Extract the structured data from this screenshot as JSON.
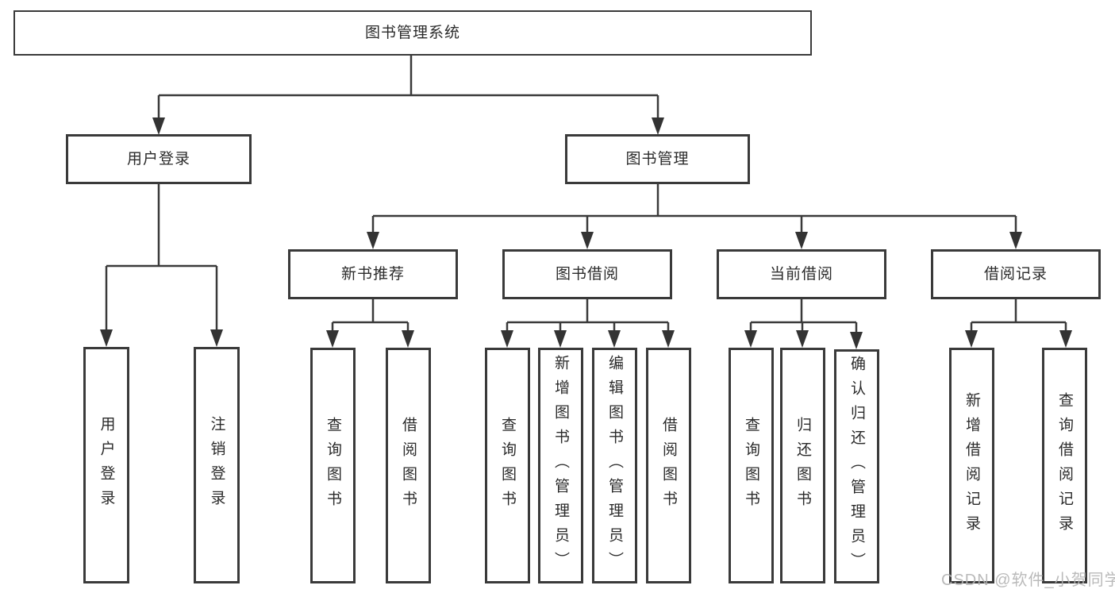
{
  "diagram": {
    "type": "tree",
    "background": "#ffffff",
    "line_color": "#3a3a3a",
    "box_border_color": "#3a3a3a",
    "text_color": "#2b2b2b"
  },
  "watermark": {
    "text": "CSDN @软件_小贺同学",
    "color": "#b2b2b2"
  },
  "tree": {
    "root": {
      "label": "图书管理系统",
      "children": [
        {
          "label": "用户登录",
          "children": [
            {
              "label": "用户登录"
            },
            {
              "label": "注销登录"
            }
          ]
        },
        {
          "label": "图书管理",
          "children": [
            {
              "label": "新书推荐",
              "children": [
                {
                  "label": "查询图书"
                },
                {
                  "label": "借阅图书"
                }
              ]
            },
            {
              "label": "图书借阅",
              "children": [
                {
                  "label": "查询图书"
                },
                {
                  "label": "新增图书（管理员）"
                },
                {
                  "label": "编辑图书（管理员）"
                },
                {
                  "label": "借阅图书"
                }
              ]
            },
            {
              "label": "当前借阅",
              "children": [
                {
                  "label": "查询图书"
                },
                {
                  "label": "归还图书"
                },
                {
                  "label": "确认归还（管理员）"
                }
              ]
            },
            {
              "label": "借阅记录",
              "children": [
                {
                  "label": "新增借阅记录"
                },
                {
                  "label": "查询借阅记录"
                }
              ]
            }
          ]
        }
      ]
    }
  }
}
